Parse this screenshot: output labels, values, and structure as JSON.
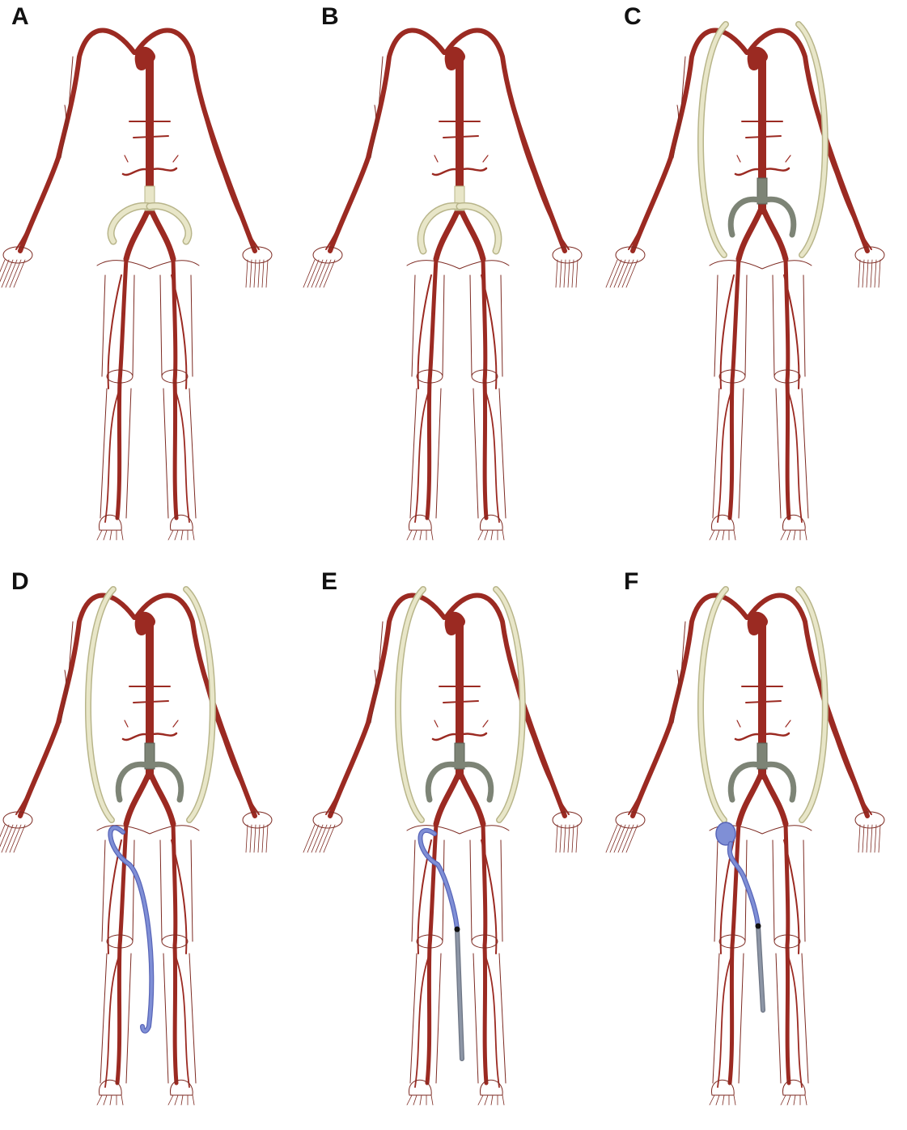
{
  "colors": {
    "artery": "#9b2a22",
    "artery_dark": "#7a1e18",
    "skin_outline": "#7d2a22",
    "graft_light": "#e8e6c8",
    "graft_light_stroke": "#b8b58a",
    "graft_dark": "#7d8476",
    "graft_dark_stroke": "#5a6056",
    "catheter": "#7f8fd6",
    "catheter_stroke": "#5865b8",
    "sheath": "#8d96a6"
  },
  "panels": [
    {
      "label": "A",
      "variant": "aortobifemoral-short"
    },
    {
      "label": "B",
      "variant": "aortobifemoral-iliac"
    },
    {
      "label": "C",
      "variant": "axillobifemoral"
    },
    {
      "label": "D",
      "variant": "axillobifemoral-catheter-loop"
    },
    {
      "label": "E",
      "variant": "axillobifemoral-catheter-sheath"
    },
    {
      "label": "F",
      "variant": "axillobifemoral-balloon"
    }
  ]
}
